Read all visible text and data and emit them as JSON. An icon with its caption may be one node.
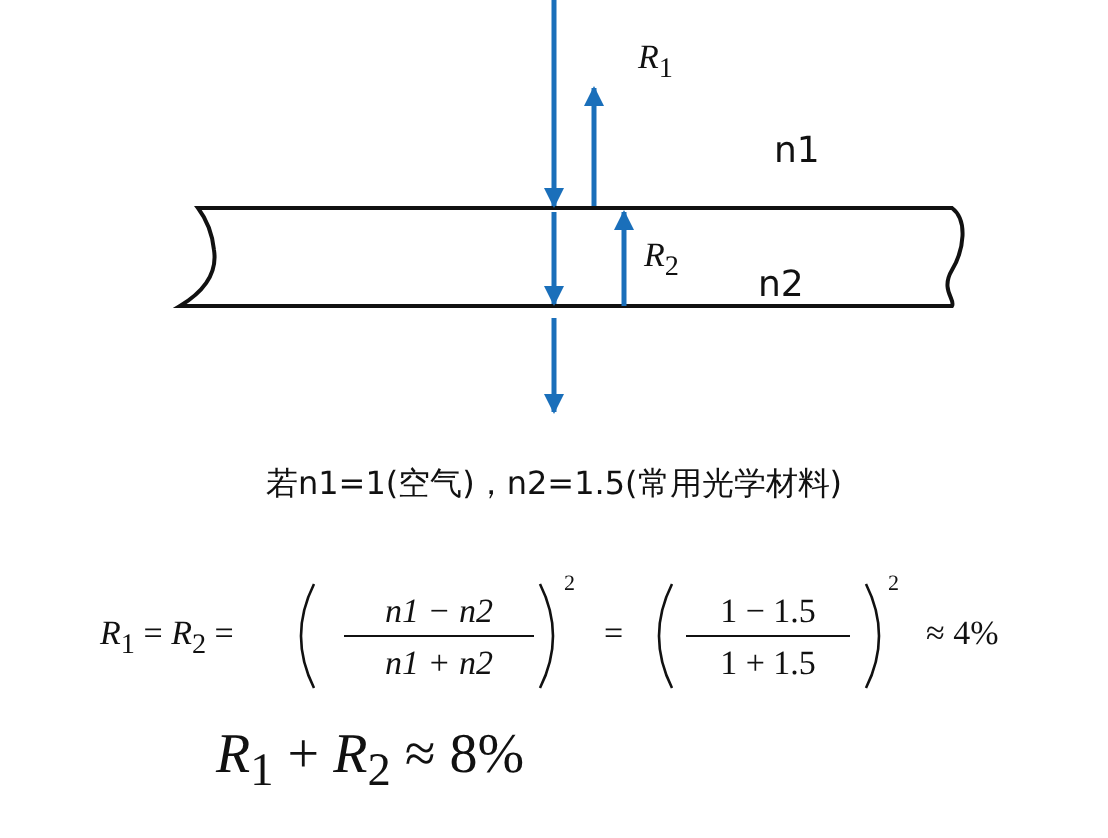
{
  "diagram": {
    "labels": [
      "*R*$_{1}$",
      "n1",
      "*R*$_{2}$",
      "n2",
      "若n1=1(空气)，n2=1.5(常用光学材料)",
      "*R*$_{1}$ = *R*$_{2}$ =",
      "n1 − n2",
      "n1 + n2",
      "2",
      "=",
      "1 − 1.5",
      "1 + 1.5",
      "2",
      "≈ 4%",
      "*R*$_{1}$ + *R*$_{2}$ ≈ 8%"
    ]
  }
}
